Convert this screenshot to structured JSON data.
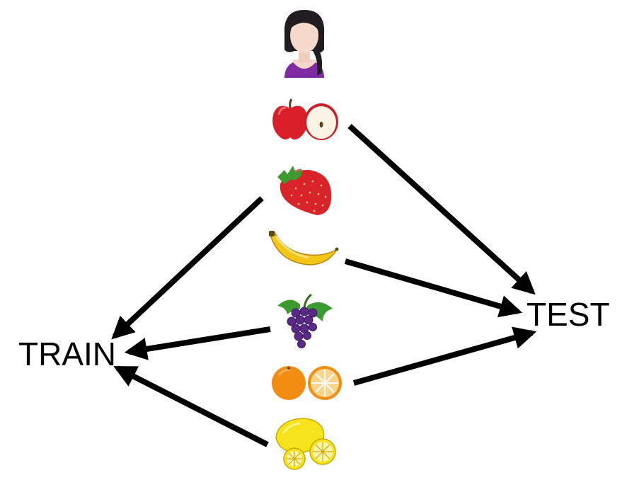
{
  "labels": {
    "train": "TRAIN",
    "test": "TEST"
  },
  "icons": [
    "person-icon",
    "apple-icon",
    "strawberry-icon",
    "banana-icon",
    "grapes-icon",
    "orange-icon",
    "lemon-icon"
  ],
  "assignments": {
    "train": [
      "strawberry",
      "grapes",
      "lemon"
    ],
    "test": [
      "apple",
      "banana",
      "orange"
    ]
  },
  "colors": {
    "arrow": "#000000",
    "apple": "#d9202a",
    "strawberry": "#d8232a",
    "banana": "#f5c518",
    "grapes": "#5b2a86",
    "orange": "#f28c13",
    "lemon": "#f7e31c",
    "leaf": "#3d9a2f"
  }
}
